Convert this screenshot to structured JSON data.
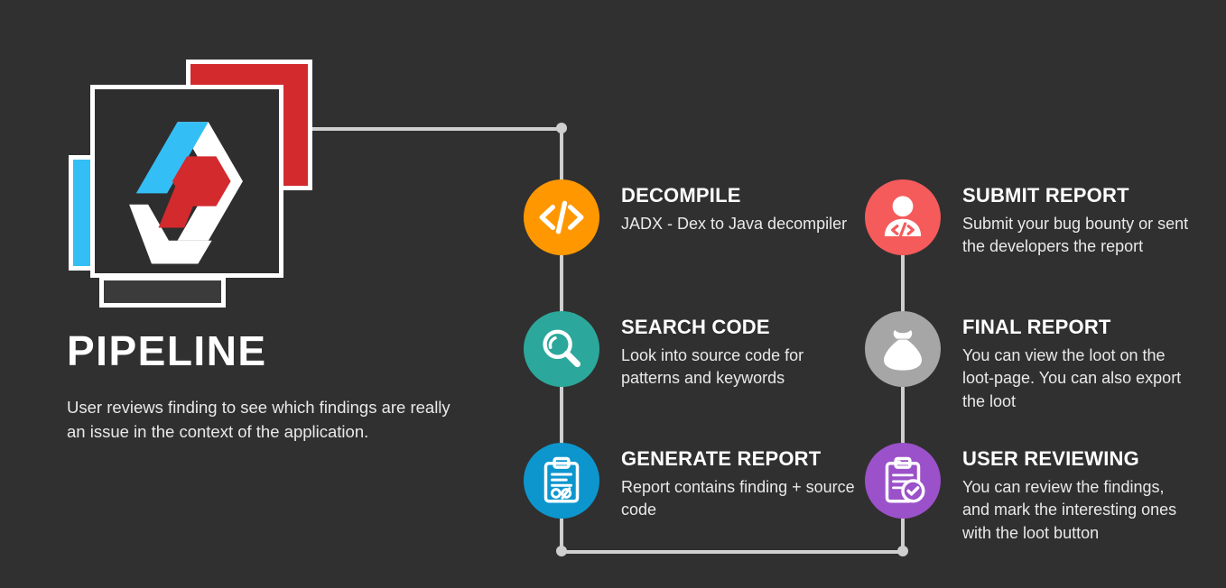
{
  "theme": {
    "background": "#303030",
    "connector": "#cfcfcf",
    "text_primary": "#ffffff",
    "text_secondary": "#e9e9e9"
  },
  "brand": {
    "title": "PIPELINE",
    "subtitle": "User reviews finding to see which findings are really an issue in the context of the application.",
    "logo": {
      "icon": "hexagon-code-logo",
      "red": "#d32a2e",
      "blue": "#33bff5",
      "white": "#ffffff",
      "panel": "#2e2e2e"
    }
  },
  "steps": {
    "left": [
      {
        "title": "DECOMPILE",
        "desc": "JADX - Dex to Java decompiler",
        "icon": "code-brackets-icon",
        "color": "#ff9800"
      },
      {
        "title": "SEARCH CODE",
        "desc": "Look into source code for patterns and keywords",
        "icon": "magnifier-icon",
        "color": "#2ca79b"
      },
      {
        "title": "GENERATE REPORT",
        "desc": "Report contains finding + source code",
        "icon": "clipboard-code-icon",
        "color": "#0d96ce"
      }
    ],
    "right": [
      {
        "title": "SUBMIT REPORT",
        "desc": "Submit your bug bounty or sent the developers the report",
        "icon": "person-code-icon",
        "color": "#f55b5b"
      },
      {
        "title": "FINAL REPORT",
        "desc": "You can view the loot on the loot-page. You can also export the loot",
        "icon": "money-bag-icon",
        "color": "#a6a6a6"
      },
      {
        "title": "USER REVIEWING",
        "desc": "You can review the findings, and mark the interesting ones with the loot button",
        "icon": "clipboard-check-icon",
        "color": "#9b51c9"
      }
    ]
  }
}
